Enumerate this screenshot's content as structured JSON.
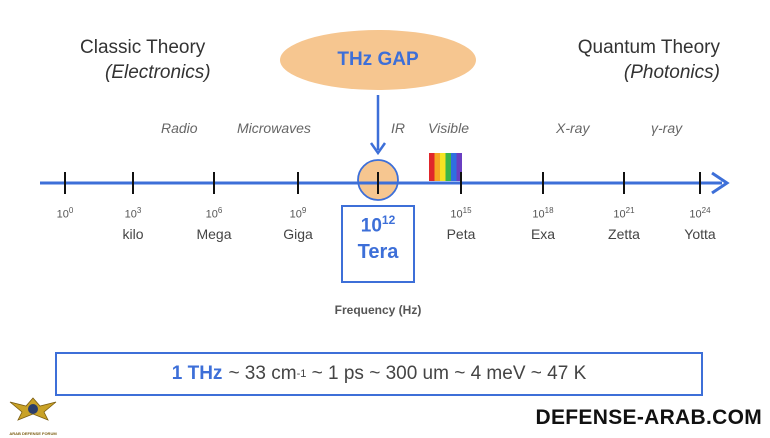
{
  "left_heading": {
    "line1": "Classic Theory",
    "line2": "(Electronics)"
  },
  "right_heading": {
    "line1": "Quantum Theory",
    "line2": "(Photonics)"
  },
  "gap_label": "THz GAP",
  "bands": [
    "Radio",
    "Microwaves",
    "IR",
    "Visible",
    "X-ray",
    "γ-ray"
  ],
  "ticks": [
    {
      "base": "10",
      "exp": "0",
      "name": ""
    },
    {
      "base": "10",
      "exp": "3",
      "name": "kilo"
    },
    {
      "base": "10",
      "exp": "6",
      "name": "Mega"
    },
    {
      "base": "10",
      "exp": "9",
      "name": "Giga"
    },
    {
      "base": "10",
      "exp": "12",
      "name": "Tera"
    },
    {
      "base": "10",
      "exp": "15",
      "name": "Peta"
    },
    {
      "base": "10",
      "exp": "18",
      "name": "Exa"
    },
    {
      "base": "10",
      "exp": "21",
      "name": "Zetta"
    },
    {
      "base": "10",
      "exp": "24",
      "name": "Yotta"
    }
  ],
  "axis_label": "Frequency (Hz)",
  "formula": {
    "lead": "1 THz",
    "p1": "~ 33 cm",
    "p1_exp": "-1",
    "p2": " ~ 1 ps ~ 300 um ~ 4 meV ~ 47 K"
  },
  "watermark": {
    "site": "DEFENSE-ARAB.COM",
    "logo_text": "ARAB DEFENSE FORUM"
  },
  "colors": {
    "accent": "#3d6fd8",
    "gap_fill": "#f6c690",
    "spectrum": [
      "#e0262b",
      "#f6a623",
      "#f5e323",
      "#39b54a",
      "#2f6fe0",
      "#6a3fc1"
    ]
  }
}
